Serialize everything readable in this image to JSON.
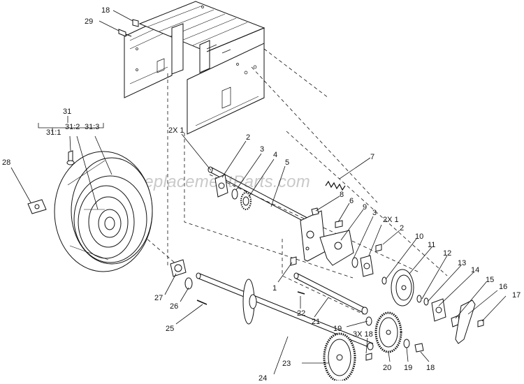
{
  "watermark": "eReplacementParts.com",
  "callouts": {
    "c18_top": "18",
    "c29": "29",
    "c31": "31",
    "c31_1": "31:1",
    "c31_2": "31:2",
    "c31_3": "31:3",
    "c28": "28",
    "c2x1_a": "2X 1",
    "c2_a": "2",
    "c3_a": "3",
    "c4": "4",
    "c5": "5",
    "c7": "7",
    "c8": "8",
    "c6": "6",
    "c9": "9",
    "c3_b": "3",
    "c2x1_b": "2X 1",
    "c2_b": "2",
    "c10": "10",
    "c11": "11",
    "c12": "12",
    "c13": "13",
    "c14": "14",
    "c15": "15",
    "c16": "16",
    "c17": "17",
    "c1": "1",
    "c27": "27",
    "c26": "26",
    "c25": "25",
    "c22": "22",
    "c21": "21",
    "c19_a": "19",
    "c3x18": "3X 18",
    "c24": "24",
    "c23": "23",
    "c20": "20",
    "c19_b": "19",
    "c18_b": "18"
  }
}
